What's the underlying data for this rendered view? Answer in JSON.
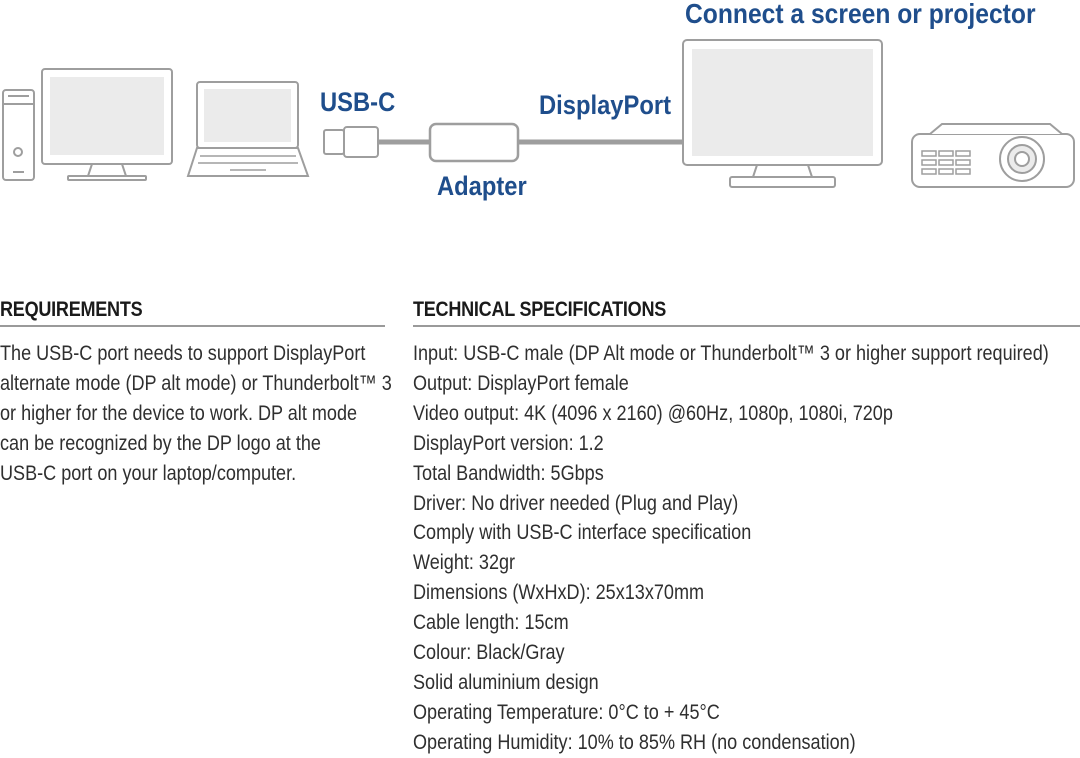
{
  "diagram": {
    "title": "Connect a screen or projector",
    "label_usbc": "USB-C",
    "label_displayport": "DisplayPort",
    "label_adapter": "Adapter",
    "accent_color": "#1f4e8c",
    "line_color": "#9e9e9e",
    "icons": [
      "desktop-tower-icon",
      "desktop-monitor-icon",
      "laptop-icon",
      "usb-c-plug-icon",
      "adapter-icon",
      "screen-icon",
      "projector-icon"
    ]
  },
  "requirements": {
    "heading": "REQUIREMENTS",
    "lines": [
      "The USB-C port needs to support DisplayPort",
      "alternate mode (DP alt mode) or Thunderbolt™ 3",
      "or higher for the device to work. DP alt mode",
      "can be recognized by the DP logo at the",
      "USB-C port on your laptop/computer."
    ]
  },
  "specs": {
    "heading": "TECHNICAL SPECIFICATIONS",
    "items": [
      "Input: USB-C male (DP Alt mode or Thunderbolt™ 3 or higher support required)",
      "Output: DisplayPort female",
      "Video output: 4K (4096 x 2160) @60Hz, 1080p, 1080i, 720p",
      "DisplayPort version: 1.2",
      "Total Bandwidth: 5Gbps",
      "Driver: No driver needed (Plug and Play)",
      "Comply with USB-C interface specification",
      "Weight: 32gr",
      "Dimensions (WxHxD): 25x13x70mm",
      "Cable length: 15cm",
      "Colour: Black/Gray",
      "Solid aluminium design",
      "Operating Temperature: 0°C to + 45°C",
      "Operating Humidity: 10% to 85% RH (no condensation)"
    ]
  }
}
